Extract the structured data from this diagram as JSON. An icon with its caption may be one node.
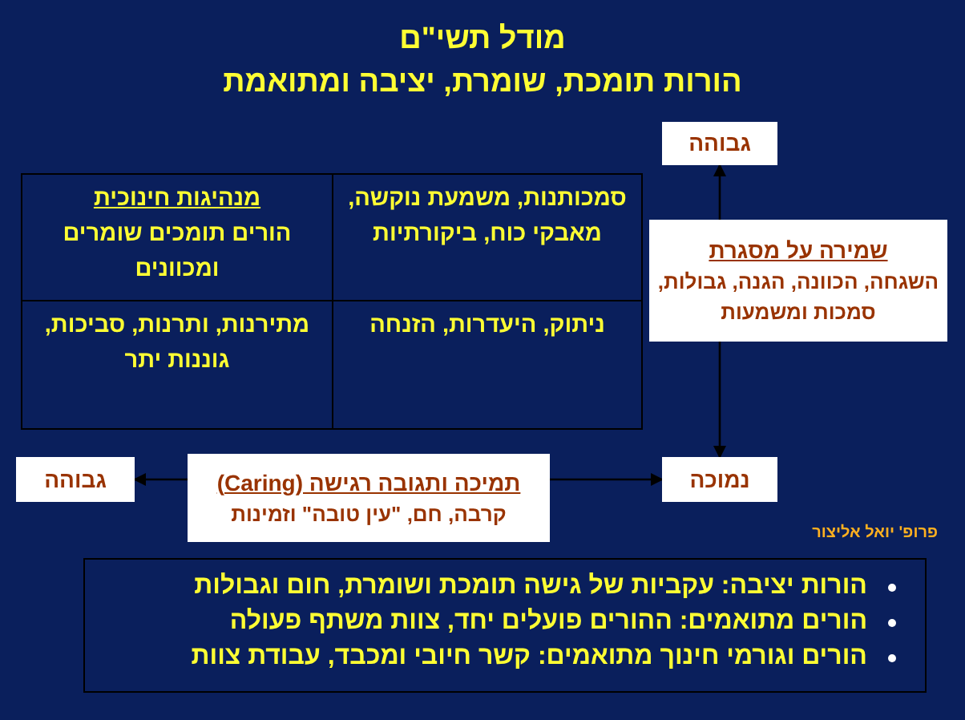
{
  "diagram": {
    "title": "מודל תשי\"ם",
    "nodes": [
      {
        "text": [
          "גבוהה"
        ]
      },
      {
        "text": [
          "שמירה על מסגרת",
          "השגחה, הכוונה, הגנה, גבולות, סמכות ומשמעות"
        ]
      },
      {
        "text": [
          "סמכותנות, משמעת נוקשה, מאבקי כוח, ביקורתיות"
        ]
      },
      {
        "text": [
          "מנהיגות חינוכית",
          "הורים תומכים שומרים ומכוונים"
        ]
      },
      {
        "text": [
          "ניתוק, היעדרות, הזנחה"
        ]
      },
      {
        "text": [
          "מתירנות, ותרנות, סביכות, גוננות יתר"
        ]
      },
      {
        "text": [
          "נמוכה"
        ]
      },
      {
        "text": [
          "תמיכה ותגובה רגישה (Caring)",
          "קרבה, חם, \"עין טובה\" וזמינות"
        ]
      },
      {
        "text": [
          "גבוהה"
        ]
      },
      {
        "text": [
          "הורות יציבה: עקביות של גישה תומכת ושומרת, חום וגבולות",
          "הורים מתואמים: ההורים פועלים יחד, צוות משתף פעולה",
          "הורים וגורמי חינוך מתואמים: קשר חיובי ומכבד, עבודת צוות"
        ]
      }
    ],
    "edges": [
      {
        "from": 1,
        "to": 0,
        "arrow": "to"
      },
      {
        "from": 1,
        "to": 6,
        "arrow": "to"
      },
      {
        "from": 7,
        "to": 6,
        "arrow": "to"
      },
      {
        "from": 7,
        "to": 8,
        "arrow": "to"
      }
    ],
    "labels": [
      "הורות תומכת, שומרת, יציבה ומתואמת",
      "פרופ' יואל אליצור"
    ]
  }
}
